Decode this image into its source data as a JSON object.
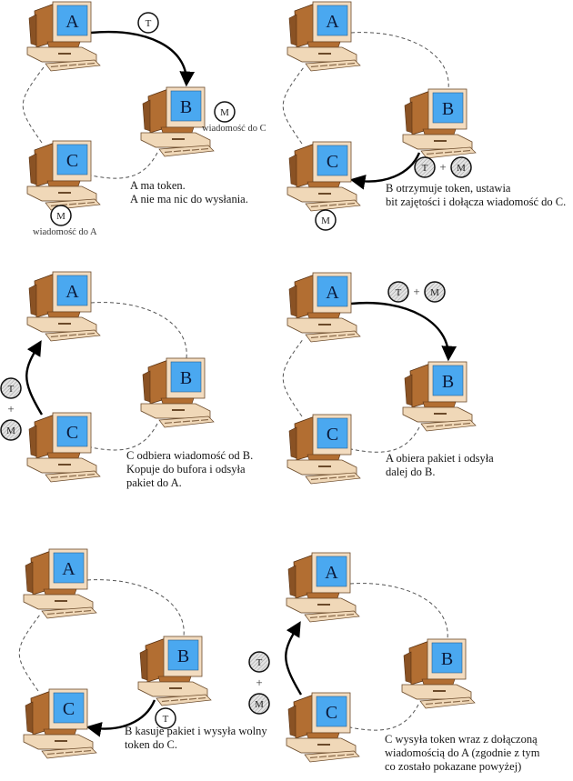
{
  "title": "Token Ring - przekazywanie tokenu",
  "colors": {
    "screen": "#4aa8f0",
    "bezel": "#f3dcc0",
    "case_side": "#b26e32",
    "case_dark": "#8a5224",
    "base": "#f0d8b8",
    "ring": "#555555",
    "arrow": "#000000",
    "token_hatch": "#bbbbbb"
  },
  "panels": [
    {
      "id": 1,
      "caption": [
        "A ma token.",
        "A nie ma nic do wysłania."
      ],
      "nodes": [
        "A",
        "B",
        "C"
      ],
      "arrow": {
        "from": "A",
        "to": "B"
      },
      "tokens_near_arrow": [
        {
          "label": "T",
          "style": "plain"
        }
      ],
      "messages": [
        {
          "label": "M",
          "note": "wiadomość do C",
          "at": "B"
        },
        {
          "label": "M",
          "note": "wiadomość do A",
          "at": "C"
        }
      ]
    },
    {
      "id": 2,
      "caption": [
        "B otrzymuje token, ustawia",
        "bit zajętości i dołącza wiadomość do C."
      ],
      "nodes": [
        "A",
        "B",
        "C"
      ],
      "arrow": {
        "from": "B",
        "to": "C"
      },
      "tokens_near_arrow": [
        {
          "label": "T",
          "style": "hatched"
        },
        {
          "label": "M",
          "style": "hatched"
        }
      ],
      "plus": "+",
      "messages": [
        {
          "label": "M",
          "note": "",
          "at": "C"
        }
      ]
    },
    {
      "id": 3,
      "caption": [
        "C odbiera wiadomość od B.",
        "Kopuje do bufora i odsyła",
        "pakiet do A."
      ],
      "nodes": [
        "A",
        "B",
        "C"
      ],
      "arrow": {
        "from": "C",
        "to": "A"
      },
      "tokens_near_arrow": [
        {
          "label": "T",
          "style": "hatched"
        },
        {
          "label": "M",
          "style": "hatched"
        }
      ],
      "plus": "+"
    },
    {
      "id": 4,
      "caption": [
        "A obiera pakiet i odsyła",
        "dalej do B."
      ],
      "nodes": [
        "A",
        "B",
        "C"
      ],
      "arrow": {
        "from": "A",
        "to": "B"
      },
      "tokens_near_arrow": [
        {
          "label": "T",
          "style": "hatched"
        },
        {
          "label": "M",
          "style": "hatched"
        }
      ],
      "plus": "+"
    },
    {
      "id": 5,
      "caption": [
        "B kasuje pakiet i wysyła wolny",
        "token do C."
      ],
      "nodes": [
        "A",
        "B",
        "C"
      ],
      "arrow": {
        "from": "B",
        "to": "C"
      },
      "tokens_near_arrow": [
        {
          "label": "T",
          "style": "plain"
        }
      ]
    },
    {
      "id": 6,
      "caption": [
        "C wysyła token wraz z dołączoną",
        "wiadomością do A (zgodnie z tym",
        "co zostało pokazane powyżej)"
      ],
      "nodes": [
        "A",
        "B",
        "C"
      ],
      "arrow": {
        "from": "C",
        "to": "A"
      },
      "tokens_near_arrow": [
        {
          "label": "T",
          "style": "hatched"
        },
        {
          "label": "M",
          "style": "hatched"
        }
      ],
      "plus": "+"
    }
  ]
}
